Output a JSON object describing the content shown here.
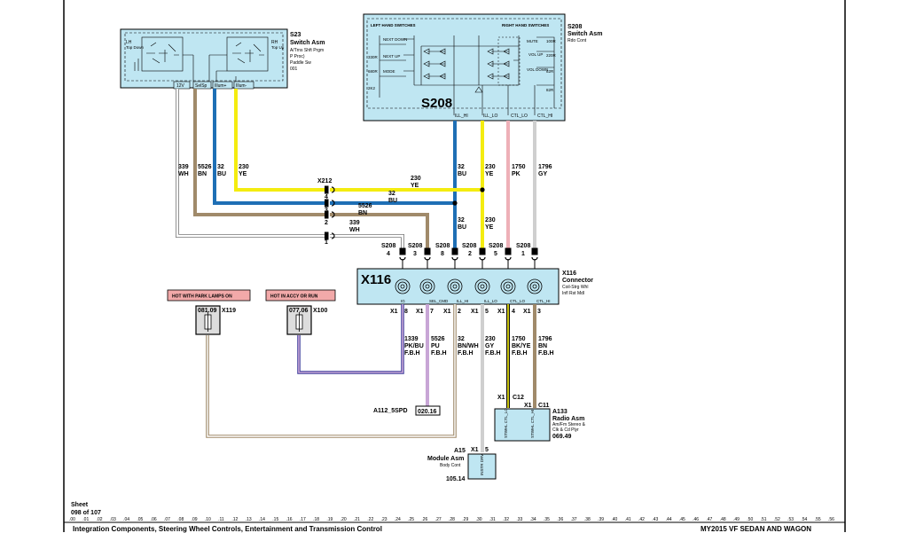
{
  "sheet": {
    "label": "Sheet",
    "number": "098 of 107"
  },
  "ruler": [
    ".00",
    ".01",
    ".02",
    ".03",
    ".04",
    ".05",
    ".06",
    ".07",
    ".08",
    ".09",
    ".10",
    ".11",
    ".12",
    ".13",
    ".14",
    ".15",
    ".16",
    ".17",
    ".18",
    ".19",
    ".20",
    ".21",
    ".22",
    ".23",
    ".24",
    ".25",
    ".26",
    ".27",
    ".28",
    ".29",
    ".30",
    ".31",
    ".32",
    ".33",
    ".34",
    ".35",
    ".36",
    ".37",
    ".38",
    ".39",
    ".40",
    ".41",
    ".42",
    ".43",
    ".44",
    ".45",
    ".46",
    ".47",
    ".48",
    ".49",
    ".50",
    ".51",
    ".52",
    ".53",
    ".54",
    ".55",
    ".56"
  ],
  "footer": {
    "title": "Integration Components, Steering Wheel Controls, Entertainment and Transmission Control",
    "right": "MY2015 VF SEDAN AND WAGON"
  },
  "s23": {
    "id": "S23",
    "name": "Switch Asm",
    "desc1": "A/Trns Shft Prgm",
    "desc2": "P Proc)",
    "desc3": "Paddle Sw",
    "code": "001",
    "lh": "LH",
    "lh_sub": "Top Down",
    "rh": "RH",
    "rh_sub": "Top Up",
    "pins": [
      "12V",
      "SelSp",
      "Illum+",
      "Illum-"
    ]
  },
  "s208": {
    "id": "S208",
    "name": "Switch Asm",
    "desc": "Rdo Cont",
    "left_title": "LEFT HAND SWITCHES",
    "right_title": "RIGHT HAND SWITCHES",
    "big": "S208",
    "left_switches": [
      "NEXT DOWN",
      "NEXT UP",
      "MODE"
    ],
    "left_res": [
      "330R",
      "680R",
      "2K2"
    ],
    "right_switches": [
      "MUTE",
      "VOL UP",
      "VOL DOWN"
    ],
    "right_res": [
      "100R",
      "220R",
      "82R",
      "82R"
    ],
    "pins": [
      "ILL_HI",
      "ILL_LO",
      "CTL_LO",
      "CTL_HI"
    ]
  },
  "wires": {
    "w339": [
      "339",
      "WH"
    ],
    "w5526": [
      "5526",
      "BN"
    ],
    "w32": [
      "32",
      "BU"
    ],
    "w230": [
      "230",
      "YE"
    ],
    "w1750": [
      "1750",
      "PK"
    ],
    "w1796": [
      "1796",
      "GY"
    ]
  },
  "x212": {
    "id": "X212",
    "pins": [
      "4",
      "3",
      "2",
      "1"
    ]
  },
  "s208_pins": [
    {
      "name": "S208",
      "pin": "4"
    },
    {
      "name": "S208",
      "pin": "3"
    },
    {
      "name": "S208",
      "pin": "8"
    },
    {
      "name": "S208",
      "pin": "2"
    },
    {
      "name": "S208",
      "pin": "5"
    },
    {
      "name": "S208",
      "pin": "1"
    }
  ],
  "x116": {
    "id": "X116",
    "title": "X116",
    "name": "Connector",
    "desc1": "Coil-Strg Whl",
    "desc2": "Infl Rst Mdl",
    "signals": [
      "IG",
      "SEL_CMD",
      "ILL_HI",
      "ILL_LO",
      "CTL_LO",
      "CTL_HI"
    ],
    "bottom_pins": [
      {
        "conn": "X1",
        "pin": "8"
      },
      {
        "conn": "X1",
        "pin": "7"
      },
      {
        "conn": "X1",
        "pin": "2"
      },
      {
        "conn": "X1",
        "pin": "5"
      },
      {
        "conn": "X1",
        "pin": "4"
      },
      {
        "conn": "X1",
        "pin": "3"
      }
    ]
  },
  "lower_wires": [
    [
      "1339",
      "PK/BU",
      "F.B.H"
    ],
    [
      "5526",
      "PU",
      "F.B.H"
    ],
    [
      "32",
      "BN/WH",
      "F.B.H"
    ],
    [
      "230",
      "GY",
      "F.B.H"
    ],
    [
      "1750",
      "BK/YE",
      "F.B.H"
    ],
    [
      "1796",
      "BN",
      "F.B.H"
    ]
  ],
  "fuses": [
    {
      "banner": "HOT WITH PARK LAMPS ON",
      "ref": "081.09",
      "conn": "X119"
    },
    {
      "banner": "HOT IN ACCY OR RUN",
      "ref": "077.06",
      "conn": "X100"
    }
  ],
  "a112": {
    "label": "A112_5SPD",
    "ref": "020.16"
  },
  "a133": {
    "id": "A133",
    "name": "Radio Asm",
    "desc1": "Am/Fm Stereo &",
    "desc2": "Clk & Cd Plyr",
    "code": "069.49",
    "c12": "C12",
    "c11": "C11",
    "x1a": "X1",
    "x1b": "X1",
    "pins": [
      "STWHL CTL_LO",
      "STWHL CTL_HI"
    ]
  },
  "a15": {
    "id": "A15",
    "name": "Module Asm",
    "desc": "Body Cont",
    "code": "105.14",
    "conn": "X1",
    "pin": "5",
    "signal": "INSTR DRV"
  },
  "colors": {
    "module_fill": "#bfe6f2",
    "wire_white": "#ffffff",
    "wire_brown": "#a08a6a",
    "wire_blue": "#1e6fb5",
    "wire_yellow": "#f4ec10",
    "wire_pink": "#eeb0b8",
    "wire_gray": "#cfcfcf",
    "wire_purple": "#c8a6d6",
    "wire_navy": "#3a3a9a",
    "banner": "#f2a9a9"
  }
}
